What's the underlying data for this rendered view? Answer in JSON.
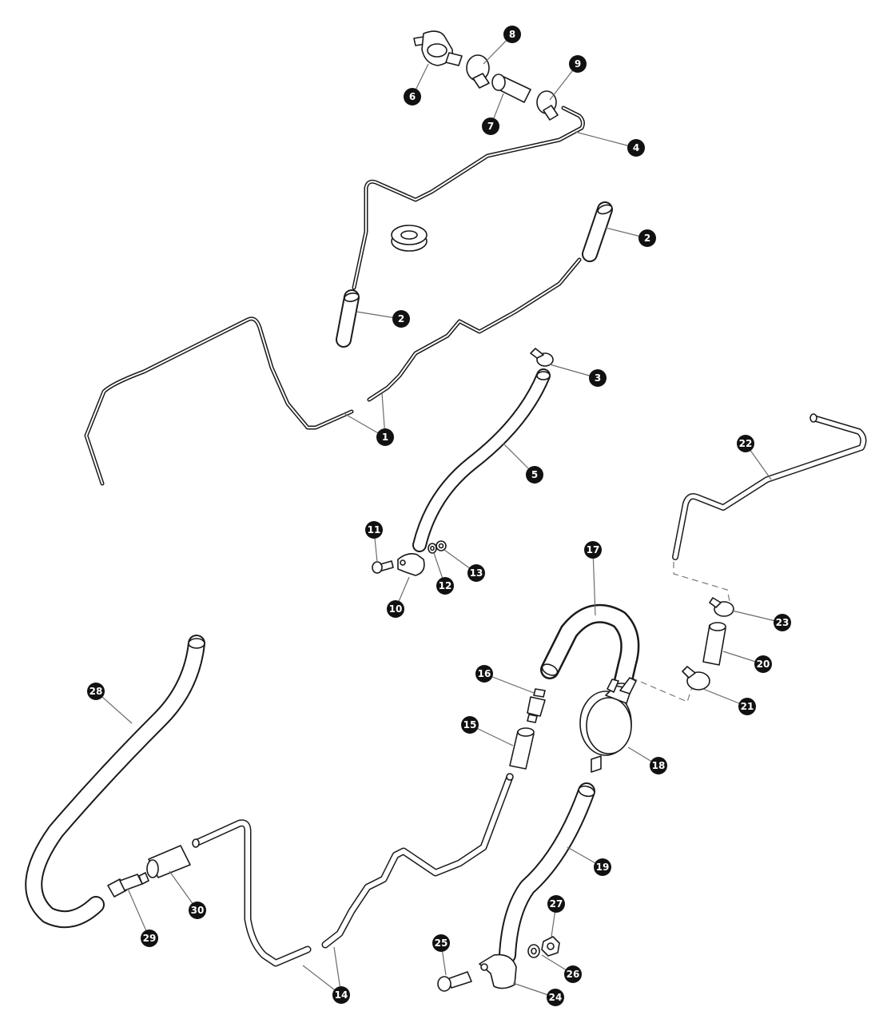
{
  "callouts": {
    "c1": "1",
    "c2a": "2",
    "c2b": "2",
    "c3": "3",
    "c4": "4",
    "c5": "5",
    "c6": "6",
    "c7": "7",
    "c8": "8",
    "c9": "9",
    "c10": "10",
    "c11": "11",
    "c12": "12",
    "c13": "13",
    "c14": "14",
    "c15": "15",
    "c16": "16",
    "c17": "17",
    "c18": "18",
    "c19": "19",
    "c20": "20",
    "c21": "21",
    "c22": "22",
    "c23": "23",
    "c24": "24",
    "c25": "25",
    "c26": "26",
    "c27": "27",
    "c28": "28",
    "c29": "29",
    "c30": "30"
  },
  "colors": {
    "line": "#1a1a1a",
    "leader": "#6b6b6b",
    "callout_fill": "#111111",
    "callout_text": "#ffffff",
    "background": "#ffffff"
  }
}
